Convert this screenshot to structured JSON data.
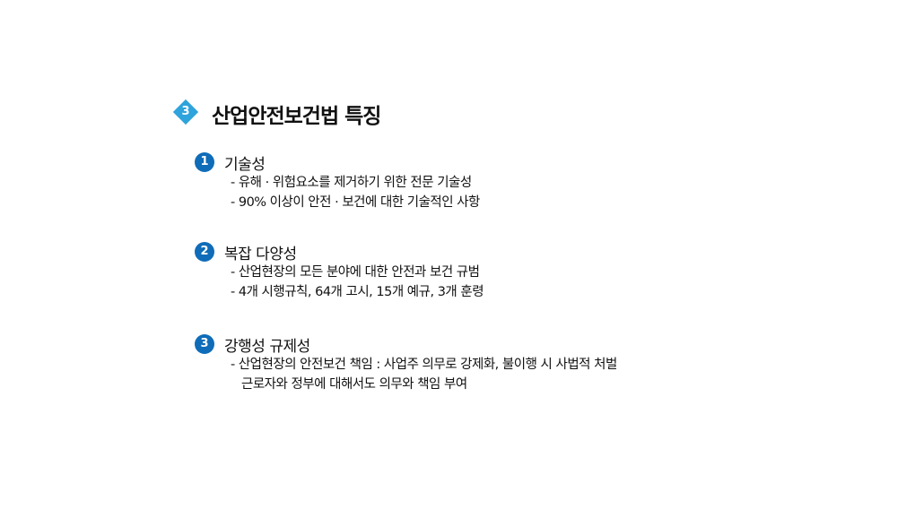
{
  "slide": {
    "title_number": "3",
    "title": "산업안전보건법 특징",
    "accent_color": "#2ea3dc",
    "circle_color": "#0f6cb8",
    "sections": [
      {
        "number": "1",
        "heading": "기술성",
        "lines": [
          "- 유해 · 위험요소를 제거하기 위한 전문 기술성",
          "- 90% 이상이 안전 · 보건에 대한 기술적인 사항"
        ]
      },
      {
        "number": "2",
        "heading": "복잡 다양성",
        "lines": [
          "- 산업현장의 모든 분야에 대한 안전과 보건 규범",
          "- 4개 시행규칙, 64개 고시, 15개 예규, 3개 훈령"
        ]
      },
      {
        "number": "3",
        "heading": "강행성 규제성",
        "lines": [
          "- 산업현장의 안전보건 책임 : 사업주 의무로 강제화, 불이행 시 사법적 처벌",
          "근로자와 정부에 대해서도 의무와 책임 부여"
        ]
      }
    ]
  }
}
